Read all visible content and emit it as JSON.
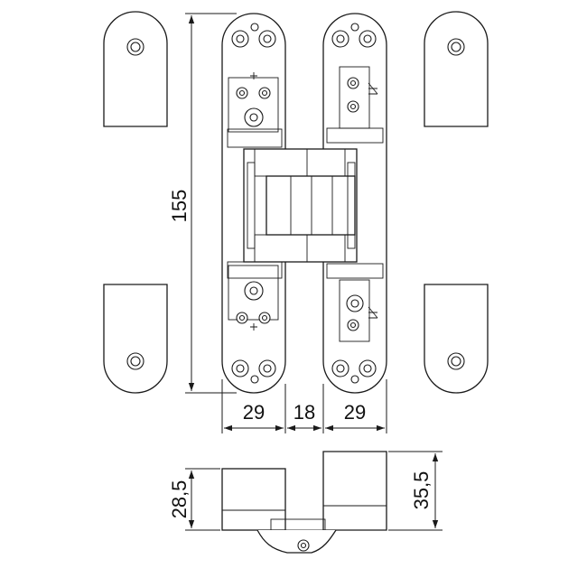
{
  "dimensions": {
    "total_height": "155",
    "left_leaf_width": "29",
    "center_gap": "18",
    "right_leaf_width": "29",
    "left_depth": "28,5",
    "right_depth": "35,5"
  },
  "colors": {
    "line": "#1a1a1a",
    "background": "#ffffff"
  }
}
